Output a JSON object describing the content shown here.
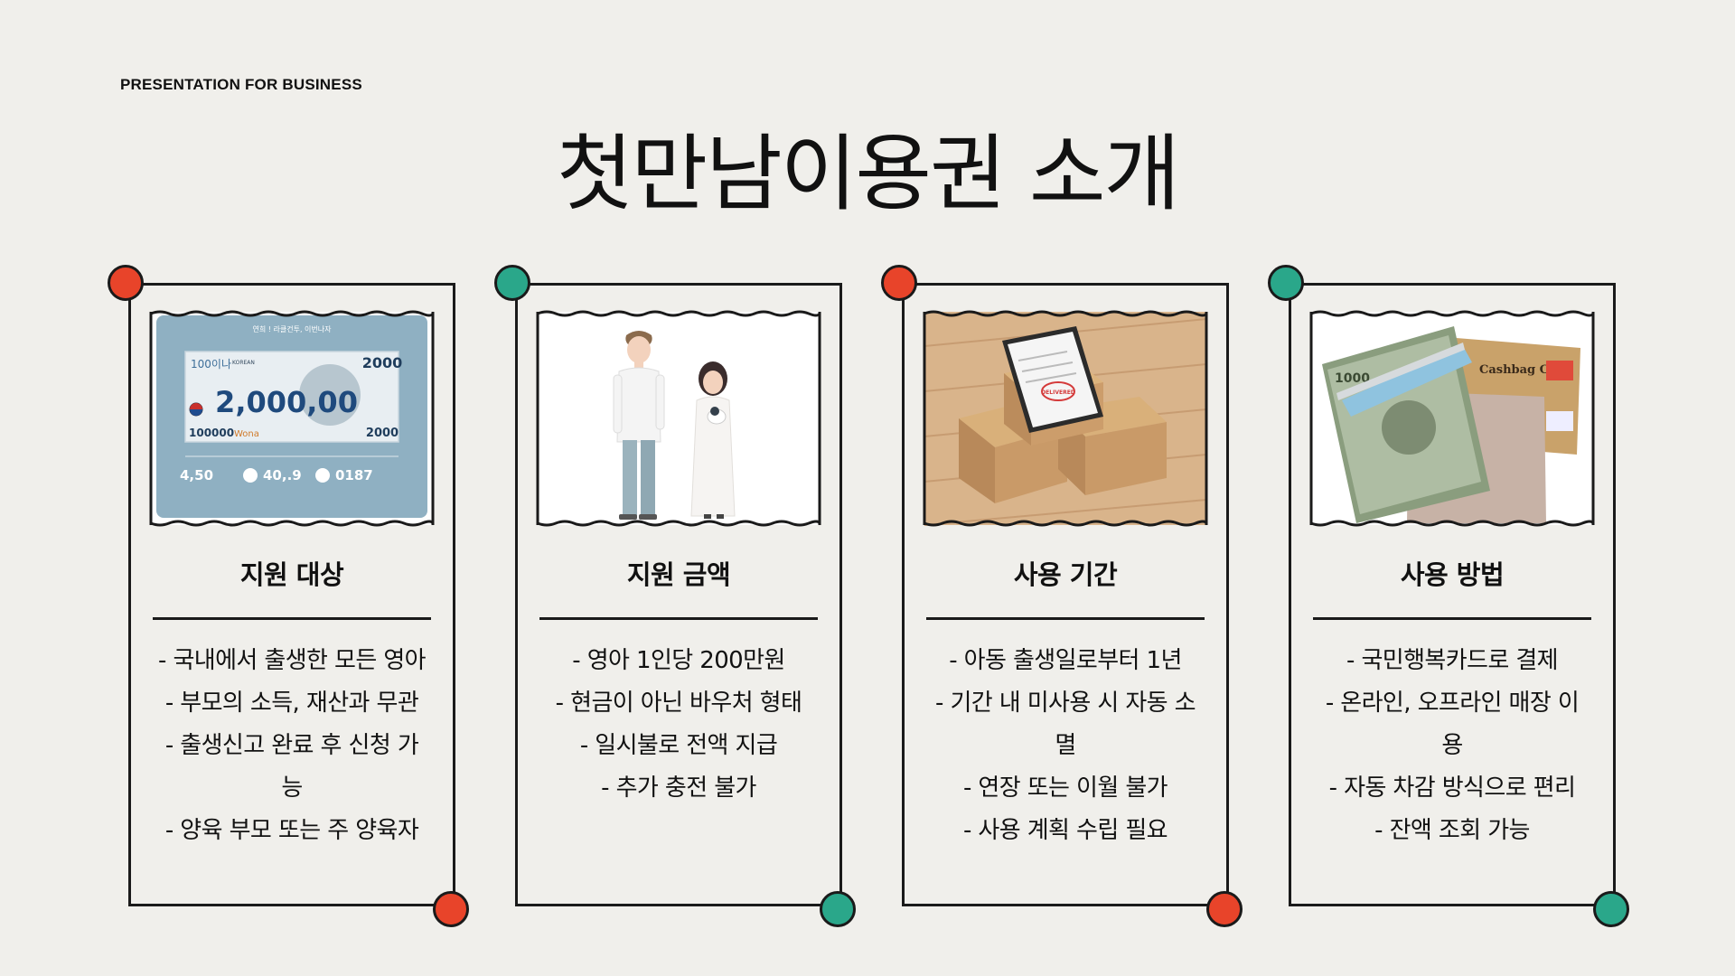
{
  "header": {
    "eyebrow": "PRESENTATION FOR BUSINESS",
    "title": "첫만남이용권 소개"
  },
  "colors": {
    "red": "#e8442a",
    "green": "#2aa78a",
    "background": "#f0efeb",
    "ink": "#1a1a1a"
  },
  "cards": [
    {
      "title": "지원 대상",
      "image": "voucher-card-illustration",
      "image_text": {
        "top": "연희 ! 라클건투, 이번나자",
        "left_small": "100이나",
        "brand": "KOREAN",
        "amount": "2,000,00",
        "corner_top": "2000",
        "corner_bottom": "2000",
        "bottom_left": "100000",
        "unit": "Wona",
        "stat1": "4,50",
        "stat2": "40,.9",
        "stat3": "0187"
      },
      "lines": [
        "- 국내에서 출생한 모든 영아",
        "- 부모의 소득, 재산과 무관",
        "- 출생신고 완료 후 신청 가",
        "능",
        "- 양육 부모 또는 주 양육자"
      ]
    },
    {
      "title": "지원 금액",
      "image": "family-illustration",
      "lines": [
        "- 영아 1인당 200만원",
        "- 현금이 아닌 바우처 형태",
        "- 일시불로 전액 지급",
        "- 추가 충전 불가"
      ]
    },
    {
      "title": "사용 기간",
      "image": "delivery-boxes-photo",
      "image_text": {
        "stamp": "DELIVERED"
      },
      "lines": [
        "- 아동 출생일로부터 1년",
        "- 기간 내 미사용 시 자동 소",
        "멸",
        "- 연장 또는 이월 불가",
        "- 사용 계획 수립 필요"
      ]
    },
    {
      "title": "사용 방법",
      "image": "money-clip-card-photo",
      "image_text": {
        "card_label": "Cashbag Card",
        "bill_label": "1000"
      },
      "lines": [
        "- 국민행복카드로 결제",
        "- 온라인, 오프라인 매장 이",
        "용",
        "- 자동 차감 방식으로 편리",
        "- 잔액 조회 가능"
      ]
    }
  ]
}
